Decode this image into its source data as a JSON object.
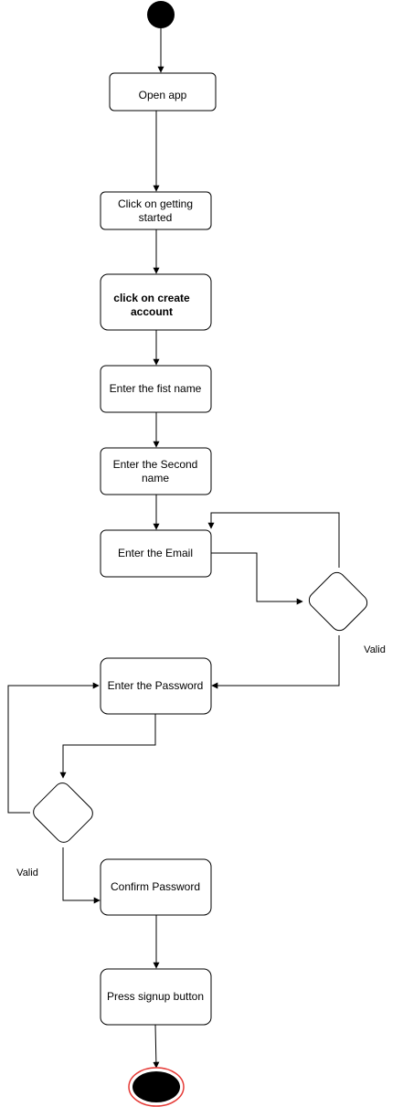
{
  "diagram": {
    "nodes": {
      "open_app": {
        "lines": [
          "Open app"
        ]
      },
      "getting_started": {
        "lines": [
          "Click on getting",
          "started"
        ]
      },
      "create_account": {
        "lines": [
          "click on create",
          "account"
        ]
      },
      "first_name": {
        "lines": [
          "Enter the fist name"
        ]
      },
      "second_name": {
        "lines": [
          "Enter the Second",
          "name"
        ]
      },
      "email": {
        "lines": [
          "Enter the Email"
        ]
      },
      "password": {
        "lines": [
          "Enter the Password"
        ]
      },
      "confirm_password": {
        "lines": [
          "Confirm Password"
        ]
      },
      "signup": {
        "lines": [
          "Press signup button"
        ]
      }
    },
    "labels": {
      "email_valid": "Valid",
      "password_valid": "Valid"
    },
    "colors": {
      "stroke": "#000000",
      "final_ring": "#e53935",
      "fill": "#ffffff"
    }
  }
}
